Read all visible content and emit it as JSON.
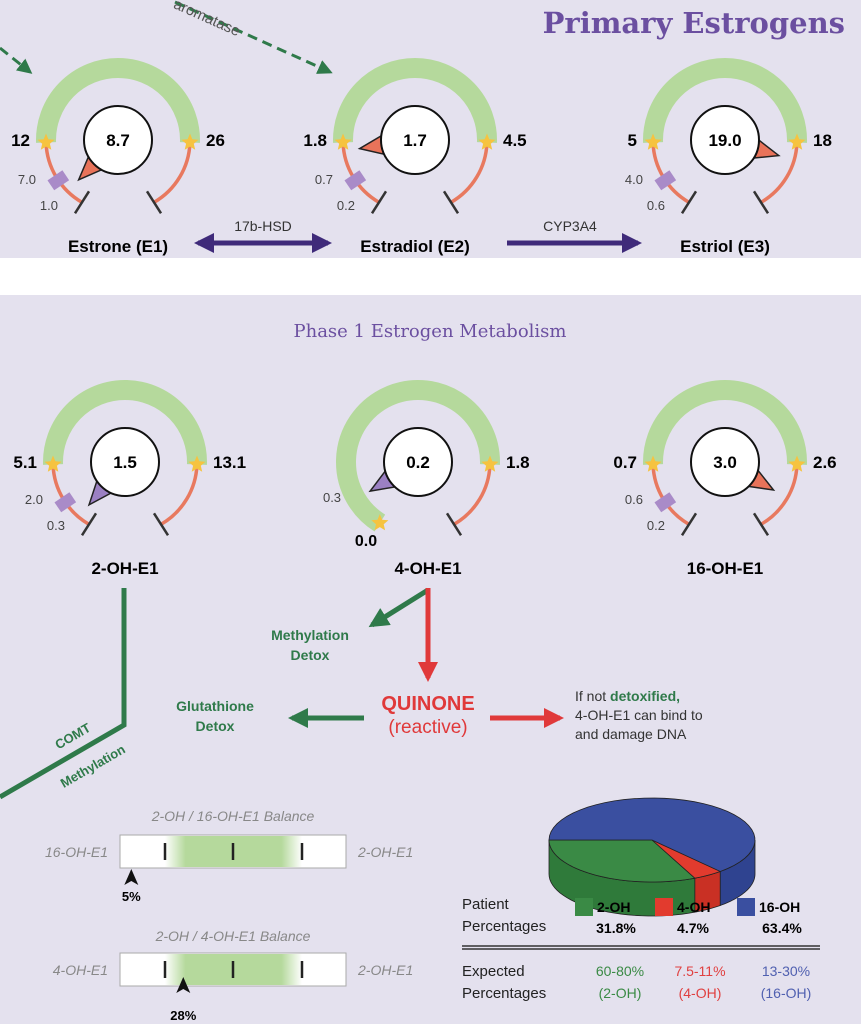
{
  "colors": {
    "panel_bg": "#e4e1ee",
    "title_purple": "#6b4fa0",
    "green_arc": "#b5d99c",
    "red_line": "#e8795f",
    "purple_mark": "#a98bc8",
    "star": "#f6c340",
    "pointer_red": "#e8735a",
    "pointer_purple": "#9b80c3",
    "arrow_purple": "#3f2a7a",
    "detox_green": "#2f7a4a",
    "quinone_red": "#e0393a",
    "pie_green": "#3a8a45",
    "pie_red": "#e23b2e",
    "pie_blue": "#3a4fa0"
  },
  "primary": {
    "title": "Primary Estrogens",
    "aromatase_label": "aromatase",
    "hsd_label": "17b-HSD",
    "cyp_label": "CYP3A4",
    "gauges": [
      {
        "name": "Estrone (E1)",
        "value": 8.7,
        "low": 12,
        "high": 26,
        "low_text": "12",
        "high_text": "26",
        "value_text": "8.7",
        "sub_upper": "7.0",
        "sub_lower": "1.0"
      },
      {
        "name": "Estradiol (E2)",
        "value": 1.7,
        "low": 1.8,
        "high": 4.5,
        "low_text": "1.8",
        "high_text": "4.5",
        "value_text": "1.7",
        "sub_upper": "0.7",
        "sub_lower": "0.2"
      },
      {
        "name": "Estriol (E3)",
        "value": 19.0,
        "low": 5,
        "high": 18,
        "low_text": "5",
        "high_text": "18",
        "value_text": "19.0",
        "sub_upper": "4.0",
        "sub_lower": "0.6"
      }
    ]
  },
  "phase1": {
    "title": "Phase 1 Estrogen Metabolism",
    "gauges": [
      {
        "name": "2-OH-E1",
        "value": 1.5,
        "low": 5.1,
        "high": 13.1,
        "low_text": "5.1",
        "high_text": "13.1",
        "value_text": "1.5",
        "sub_upper": "2.0",
        "sub_lower": "0.3"
      },
      {
        "name": "4-OH-E1",
        "value": 0.2,
        "low": 0.0,
        "high": 1.8,
        "low_text": "0.0",
        "high_text": "1.8",
        "value_text": "0.2",
        "sub_upper": "0.3"
      },
      {
        "name": "16-OH-E1",
        "value": 3.0,
        "low": 0.7,
        "high": 2.6,
        "low_text": "0.7",
        "high_text": "2.6",
        "value_text": "3.0",
        "sub_upper": "0.6",
        "sub_lower": "0.2"
      }
    ],
    "comt_label": "COMT",
    "methylation_label": "Methylation",
    "methylation_detox": [
      "Methylation",
      "Detox"
    ],
    "glutathione_detox": [
      "Glutathione",
      "Detox"
    ],
    "quinone": "QUINONE",
    "reactive": "(reactive)",
    "dna_note": {
      "line1_pre": "If not ",
      "line1_bold": "detoxified,",
      "line2": "4-OH-E1 can bind to",
      "line3": "and damage DNA"
    }
  },
  "balances": [
    {
      "title": "2-OH / 16-OH-E1 Balance",
      "left": "16-OH-E1",
      "right": "2-OH-E1",
      "percent": 5,
      "percent_text": "5%"
    },
    {
      "title": "2-OH / 4-OH-E1 Balance",
      "left": "4-OH-E1",
      "right": "2-OH-E1",
      "percent": 28,
      "percent_text": "28%"
    }
  ],
  "chart_data": {
    "type": "pie",
    "title": "Patient Percentages",
    "categories": [
      "2-OH",
      "4-OH",
      "16-OH"
    ],
    "values": [
      31.8,
      4.7,
      63.4
    ],
    "value_labels": [
      "31.8%",
      "4.7%",
      "63.4%"
    ],
    "expected": [
      "60-80%",
      "7.5-11%",
      "13-30%"
    ],
    "expected_sub": [
      "(2-OH)",
      "(4-OH)",
      "(16-OH)"
    ]
  },
  "legend": {
    "patient": [
      "Patient",
      "Percentages"
    ],
    "expected": [
      "Expected",
      "Percentages"
    ]
  }
}
